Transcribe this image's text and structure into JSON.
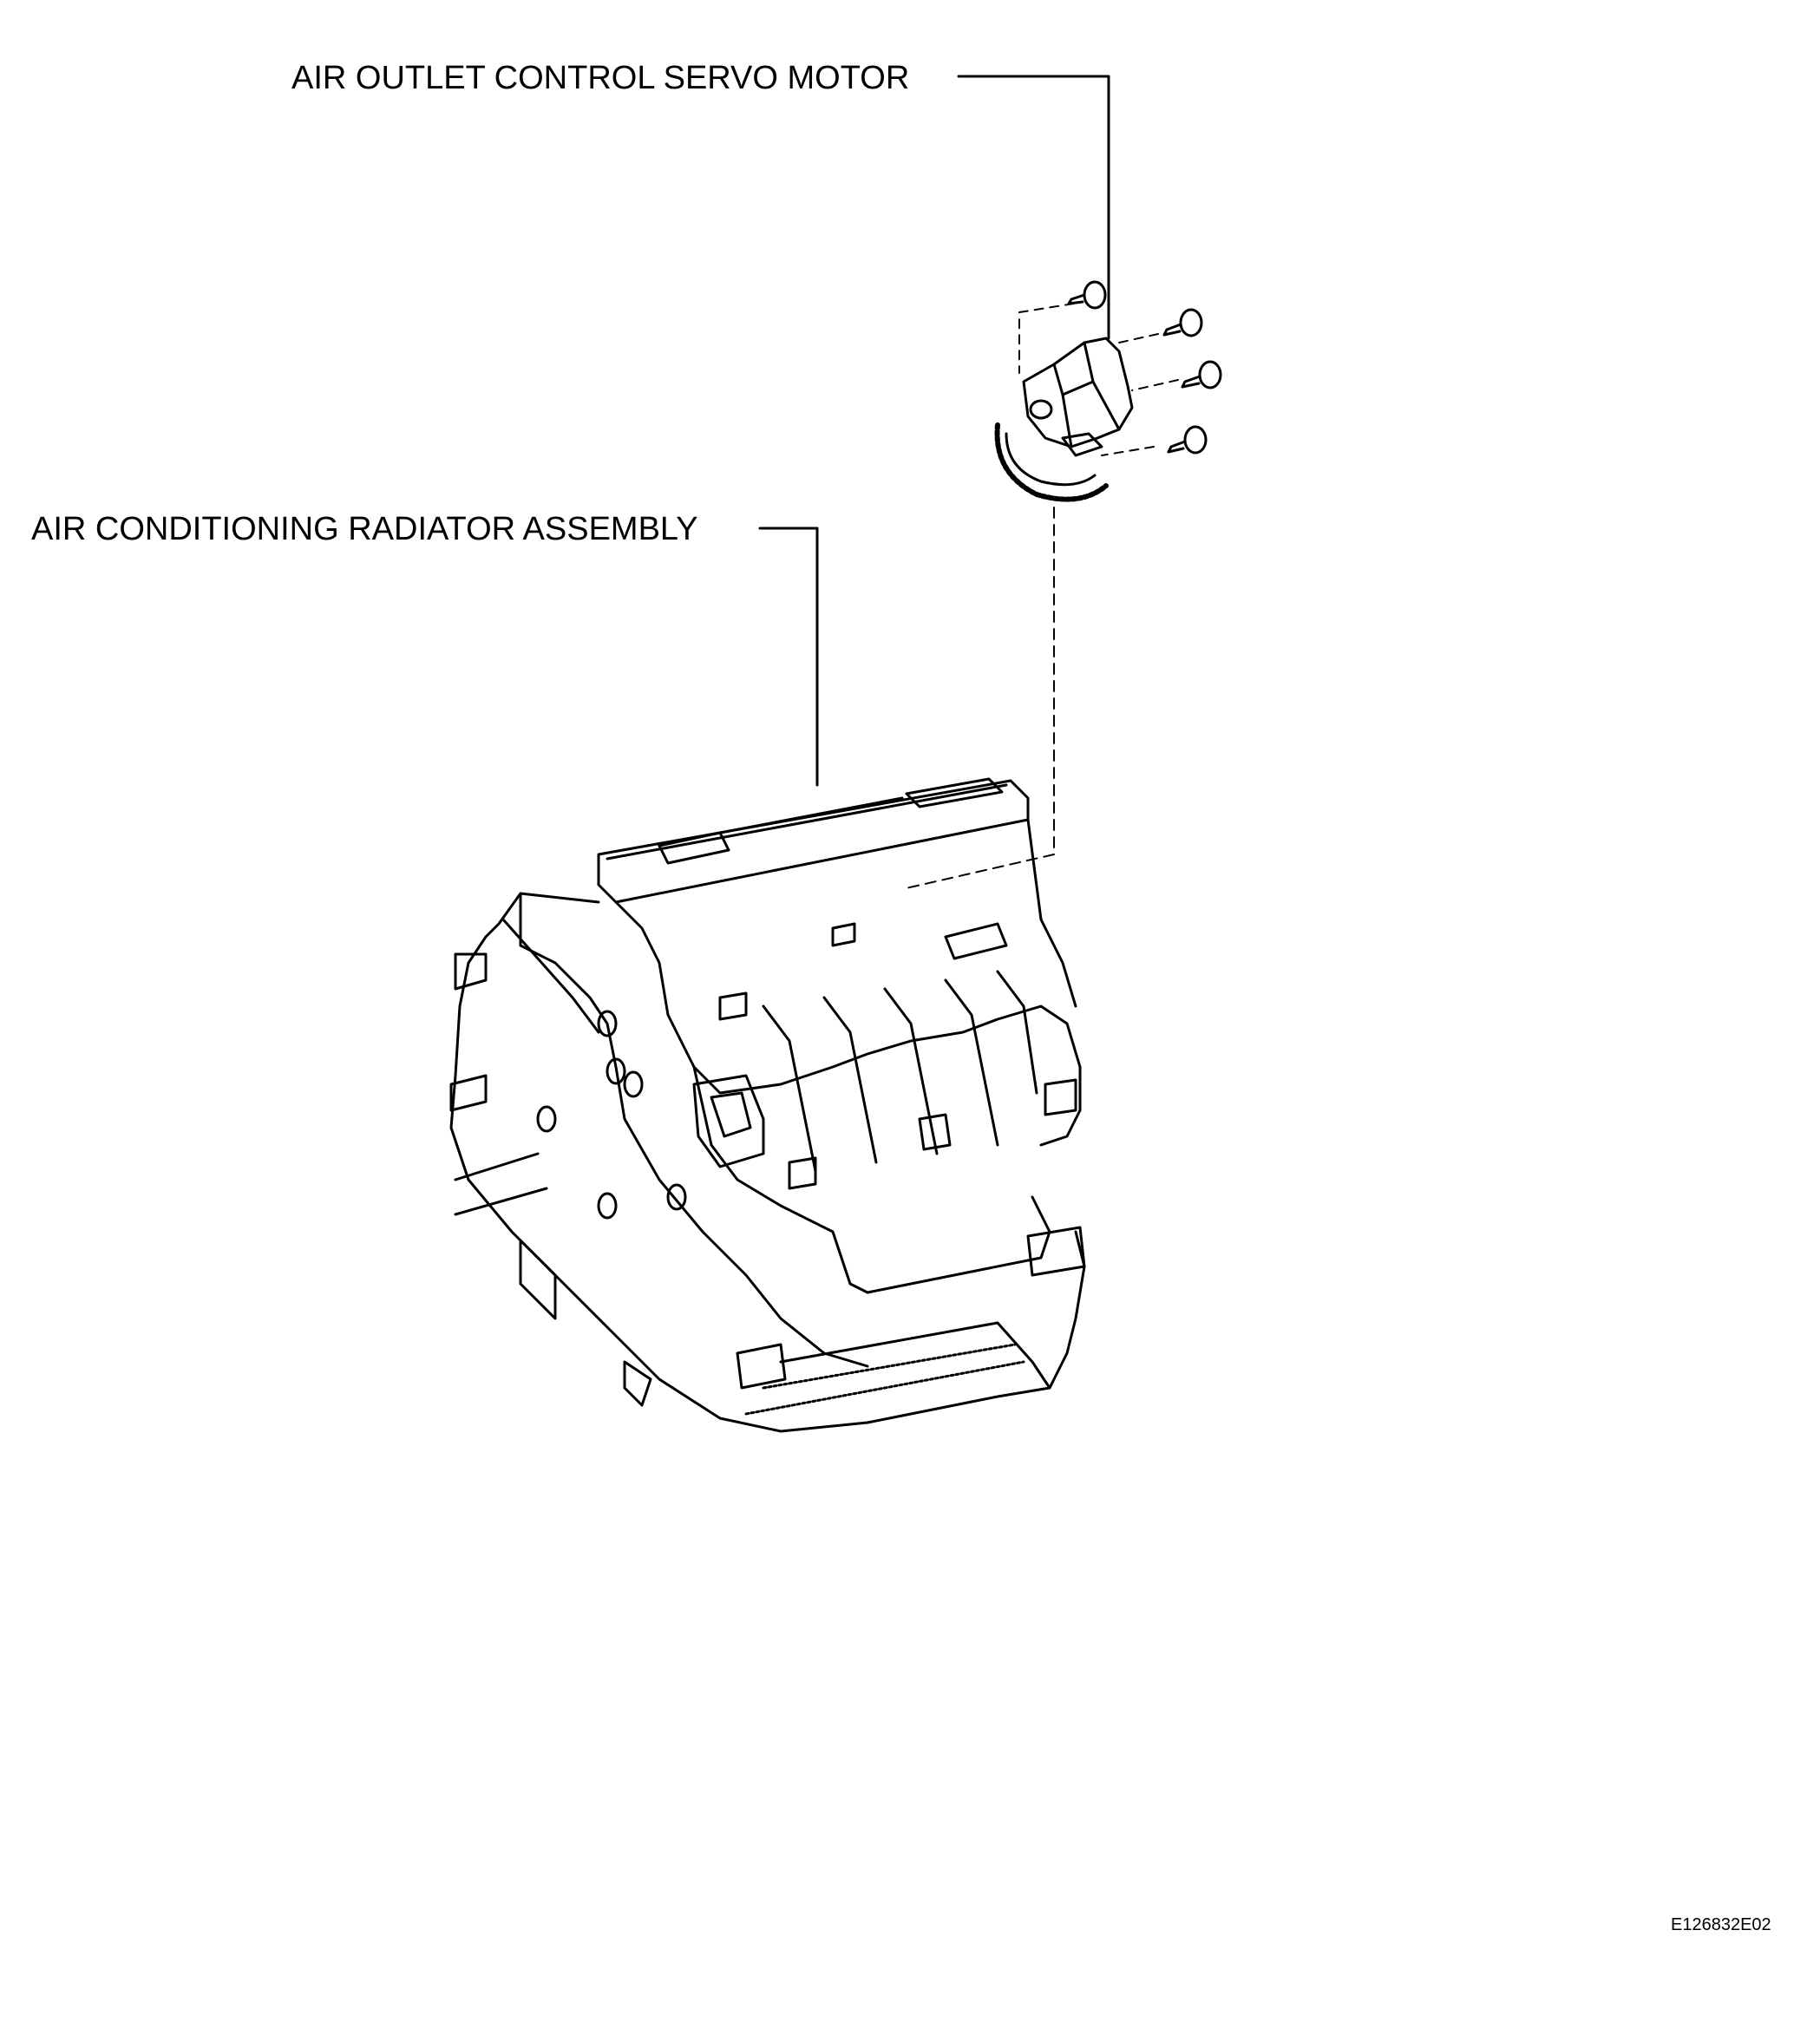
{
  "callouts": {
    "servo_motor": "AIR OUTLET CONTROL SERVO MOTOR",
    "radiator_assembly": "AIR CONDITIONING RADIATOR ASSEMBLY"
  },
  "figure_id": "E126832E02",
  "colors": {
    "line": "#000000",
    "background": "#ffffff"
  }
}
